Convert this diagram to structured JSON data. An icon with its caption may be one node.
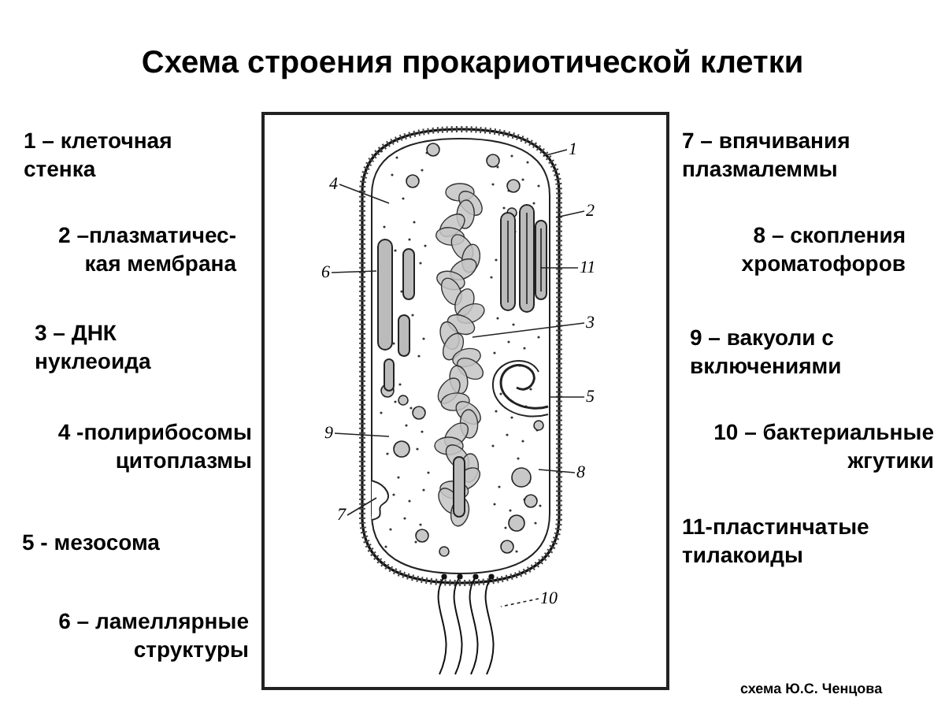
{
  "diagram": {
    "title": "Схема строения прокариотической клетки",
    "caption": "схема Ю.С. Ченцова",
    "nodes": [
      {
        "text": [
          "1"
        ]
      },
      {
        "text": [
          "4"
        ]
      },
      {
        "text": [
          "2"
        ]
      },
      {
        "text": [
          "11"
        ]
      },
      {
        "text": [
          "6"
        ]
      },
      {
        "text": [
          "3"
        ]
      },
      {
        "text": [
          "5"
        ]
      },
      {
        "text": [
          "9"
        ]
      },
      {
        "text": [
          "8"
        ]
      },
      {
        "text": [
          "7"
        ]
      },
      {
        "text": [
          "10"
        ]
      }
    ],
    "edges": [
      {
        "from": 0,
        "to": null,
        "arrow": "none"
      },
      {
        "from": 1,
        "to": null,
        "arrow": "none"
      },
      {
        "from": 2,
        "to": null,
        "arrow": "none"
      },
      {
        "from": 3,
        "to": null,
        "arrow": "none"
      },
      {
        "from": 4,
        "to": null,
        "arrow": "none"
      },
      {
        "from": 5,
        "to": null,
        "arrow": "none"
      },
      {
        "from": 6,
        "to": null,
        "arrow": "none"
      },
      {
        "from": 7,
        "to": null,
        "arrow": "none"
      },
      {
        "from": 8,
        "to": null,
        "arrow": "none"
      },
      {
        "from": 9,
        "to": null,
        "arrow": "none"
      },
      {
        "from": 10,
        "to": null,
        "arrow": "none",
        "style": "dashed"
      }
    ],
    "labels": [
      "1 – клеточная стенка",
      "2 –плазматичес- кая мембрана",
      "3 – ДНК нуклеоида",
      "4 -полирибосомы цитоплазмы",
      "5 - мезосома",
      "6 – ламеллярные структуры",
      "7 – впячивания плазмалеммы",
      "8 – скопления хроматофоров",
      "9 – вакуоли с включениями",
      "10 – бактериальные жгутики",
      "11-пластинчатые тилакоиды"
    ]
  }
}
